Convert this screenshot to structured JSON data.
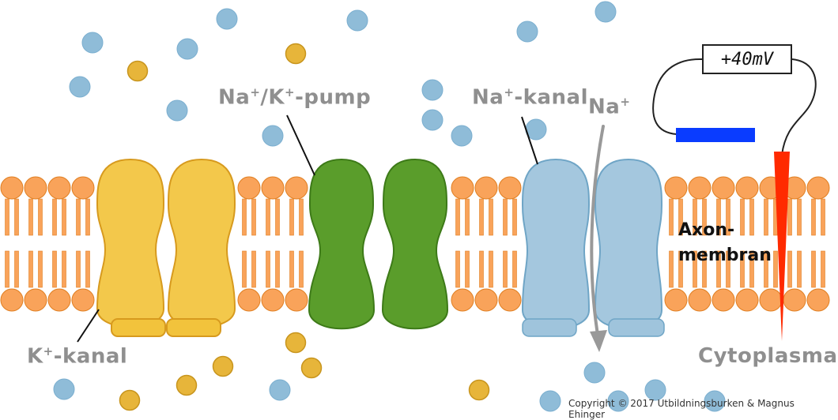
{
  "labels": {
    "k_channel": {
      "text": "K",
      "sup": "+",
      "suffix": "-kanal"
    },
    "pump": {
      "a": "Na",
      "a_sup": "+",
      "mid": "/K",
      "b_sup": "+",
      "suffix": "-pump"
    },
    "na_channel": {
      "text": "Na",
      "sup": "+",
      "suffix": "-kanal"
    },
    "na_ion": {
      "text": "Na",
      "sup": "+"
    },
    "axon_line1": "Axon-",
    "axon_line2": "membran",
    "cytoplasma": "Cytoplasma"
  },
  "voltmeter": {
    "reading": "+40mV"
  },
  "copyright": "Copyright © 2017 Utbildningsburken & Magnus Ehinger",
  "colors": {
    "lipid": "#f9a35a",
    "lipid_outline": "#e07f22",
    "k_channel": "#f2c33c",
    "k_outline": "#d79a1e",
    "pump": "#5a9d2b",
    "pump_outline": "#3d7a18",
    "na_channel": "#9fc4dc",
    "na_outline": "#6fa5c6",
    "na_ion": "#8fbcd8",
    "k_ion": "#e7b53a",
    "electrode_blue": "#0a3cff",
    "electrode_red": "#ff2a00",
    "label_gray": "#8f8f8f"
  }
}
